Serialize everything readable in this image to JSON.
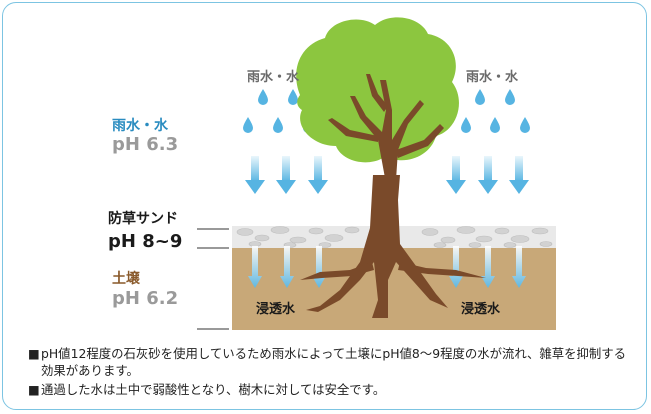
{
  "labels": {
    "rain_left": "雨水・水",
    "rain_right": "雨水・水",
    "rain_title": "雨水・水",
    "rain_ph": "pH 6.3",
    "sand_title": "防草サンド",
    "sand_ph": "pH 8~9",
    "soil_title": "土壌",
    "soil_ph": "pH 6.2",
    "seepage_left": "浸透水",
    "seepage_right": "浸透水"
  },
  "notes": [
    {
      "bullet": "■",
      "text": "pH値12程度の石灰砂を使用しているため雨水によって土壌にpH値8～9程度の水が流れ、雑草を抑制する効果があります。"
    },
    {
      "bullet": "■",
      "text": "通過した水は土中で弱酸性となり、樹木に対しては安全です。"
    }
  ],
  "colors": {
    "frame": "#7cc4e2",
    "rain_title": "#2a8cc0",
    "sand_title": "#1a1a1a",
    "soil_title": "#8a5a2b",
    "ph_value": "#9a9a9a",
    "soil": "#c8a878",
    "gravel": "#e6e6e6",
    "drop": "#56b4e2",
    "arrow": "#a8daf0",
    "foliage": "#8cc63f",
    "trunk": "#7a4a2a"
  },
  "icons": {
    "drop": "water-drop-icon",
    "arrow": "down-arrow-icon",
    "tree": "tree-icon"
  }
}
